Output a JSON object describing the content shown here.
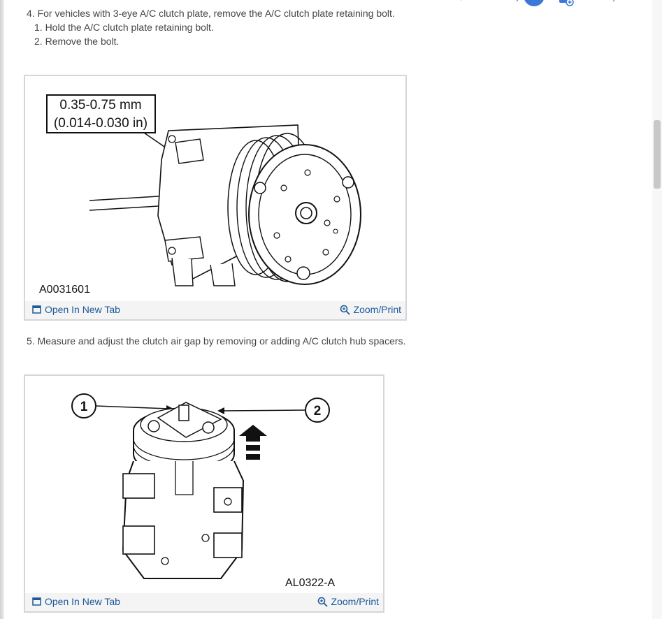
{
  "steps": {
    "step4": "4. For vehicles with 3-eye A/C clutch plate, remove the A/C clutch plate retaining bolt.",
    "step4_sub": [
      "1. Hold the A/C clutch plate retaining bolt.",
      "2. Remove the bolt."
    ],
    "step5": "5. Measure and adjust the clutch air gap by removing or adding A/C clutch hub spacers."
  },
  "figure1": {
    "callout_line1": "0.35-0.75 mm",
    "callout_line2": "(0.014-0.030 in)",
    "code": "A0031601",
    "open_link": "Open In New Tab",
    "zoom_link": "Zoom/Print"
  },
  "figure2": {
    "label1": "1",
    "label2": "2",
    "code": "AL0322-A",
    "open_link": "Open In New Tab",
    "zoom_link": "Zoom/Print"
  },
  "colors": {
    "link": "#1b5a9a",
    "text": "#444444",
    "accent": "#3b78d8"
  },
  "icons": [
    "open-tab-icon",
    "zoom-icon",
    "search-icon",
    "avatar-icon",
    "add-icon",
    "chevron-icon"
  ]
}
